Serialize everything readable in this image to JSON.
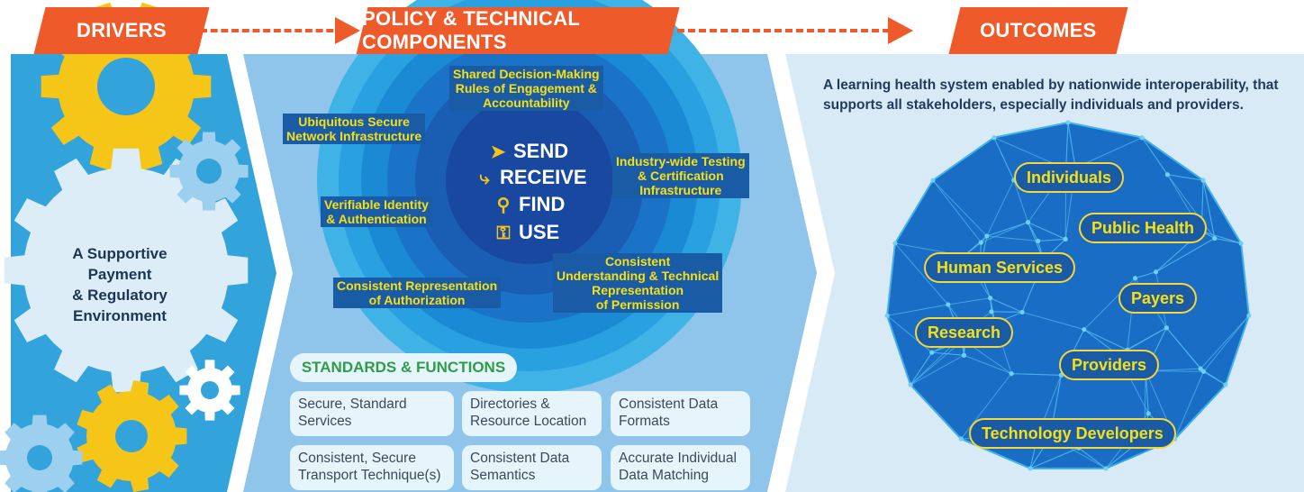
{
  "headers": {
    "drivers": "DRIVERS",
    "components": "POLICY & TECHNICAL COMPONENTS",
    "outcomes": "OUTCOMES"
  },
  "drivers": {
    "gear_label": "A Supportive\nPayment\n& Regulatory\nEnvironment"
  },
  "components": {
    "rings": [
      "Shared Decision-Making\nRules of Engagement &\nAccountability",
      "Ubiquitous Secure\nNetwork Infrastructure",
      "Industry-wide Testing\n& Certification\nInfrastructure",
      "Verifiable Identity\n& Authentication",
      "Consistent\nUnderstanding & Technical\nRepresentation\nof Permission",
      "Consistent Representation\nof Authorization"
    ],
    "verbs": [
      {
        "label": "SEND",
        "icon": "send-icon"
      },
      {
        "label": "RECEIVE",
        "icon": "receive-arrow-icon"
      },
      {
        "label": "FIND",
        "icon": "magnifier-icon"
      },
      {
        "label": "USE",
        "icon": "key-icon"
      }
    ],
    "standards_title": "STANDARDS & FUNCTIONS",
    "functions": [
      "Secure, Standard\nServices",
      "Directories &\nResource Location",
      "Consistent Data\nFormats",
      "Consistent, Secure\nTransport Technique(s)",
      "Consistent Data\nSemantics",
      "Accurate Individual\nData Matching"
    ]
  },
  "outcomes": {
    "description": "A learning health system enabled by nationwide interoperability, that supports all stakeholders, especially individuals and providers.",
    "stakeholders": [
      "Individuals",
      "Public Health",
      "Human Services",
      "Payers",
      "Research",
      "Providers",
      "Technology Developers"
    ]
  },
  "colors": {
    "orange": "#ee5a2a",
    "drivers_bg": "#33a3dc",
    "components_bg": "#8fc5eb",
    "outcomes_bg": "#d9eaf7",
    "label_bg": "#1a5ba6",
    "label_text": "#f5e016",
    "gear_yellow": "#f5c518",
    "standards_green": "#2f9d47"
  }
}
